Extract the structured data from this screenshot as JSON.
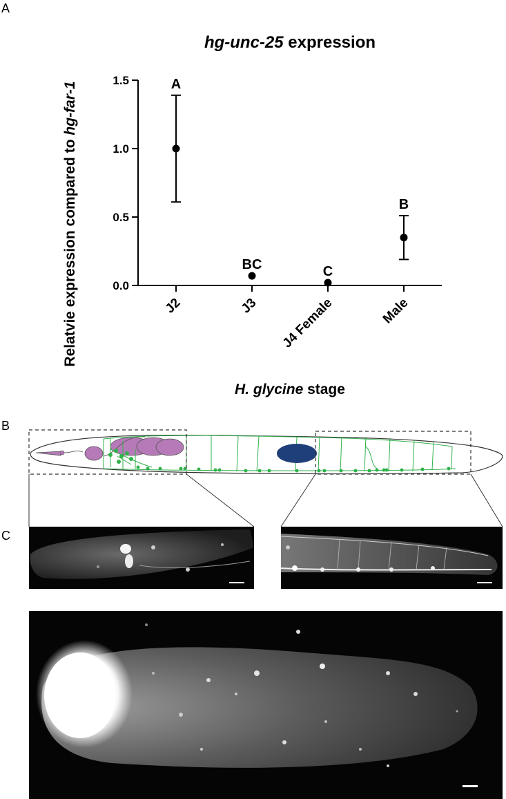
{
  "panels": {
    "a": "A",
    "b": "B",
    "c": "C"
  },
  "figure": {
    "title_gene": "hg-unc-25",
    "title_rest": " expression",
    "ylabel_prefix": "Relatvie expression compared to ",
    "ylabel_gene": "hg-far-1",
    "xlabel_species": "H. glycine",
    "xlabel_rest": " stage"
  },
  "chart_data": {
    "type": "scatter",
    "title": "hg-unc-25 expression",
    "xlabel": "H. glycine stage",
    "ylabel": "Relatvie expression compared to hg-far-1",
    "categories": [
      "J2",
      "J3",
      "J4 Female",
      "Male"
    ],
    "values": [
      1.0,
      0.07,
      0.02,
      0.35
    ],
    "error_low": [
      0.61,
      0.07,
      0.02,
      0.19
    ],
    "error_high": [
      1.39,
      0.07,
      0.02,
      0.51
    ],
    "significance_letters": [
      "A",
      "BC",
      "C",
      "B"
    ],
    "ylim": [
      0,
      1.5
    ],
    "yticks": [
      0.0,
      0.5,
      1.0,
      1.5
    ],
    "ytick_labels": [
      "0.0",
      "0.5",
      "1.0",
      "1.5"
    ],
    "grid": false,
    "colors": {
      "marker": "#000000"
    }
  },
  "colors": {
    "neuron_green": "#2fb24a",
    "pharynx_purple": "#b67ab8",
    "gonad_blue": "#1f3f7a"
  }
}
